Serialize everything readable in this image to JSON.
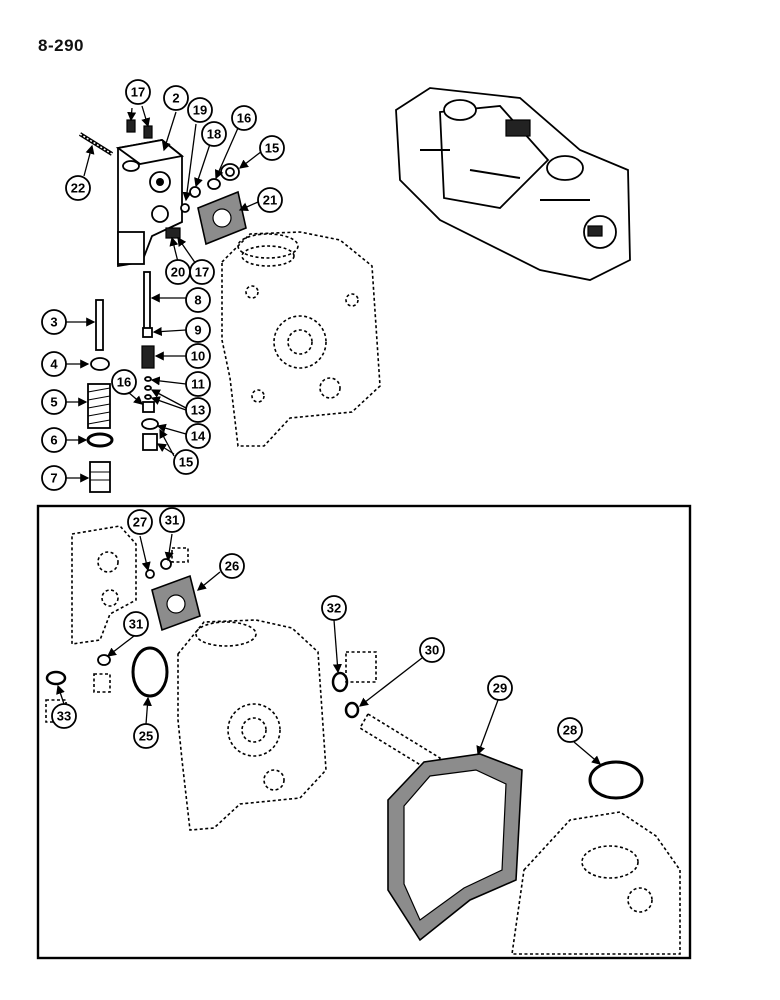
{
  "page": {
    "number": "8-290"
  },
  "callouts": {
    "upper": [
      "17",
      "2",
      "19",
      "18",
      "16",
      "15",
      "22",
      "21",
      "20",
      "17",
      "8",
      "3",
      "9",
      "4",
      "10",
      "11",
      "5",
      "16",
      "13",
      "6",
      "14",
      "15",
      "7"
    ],
    "inset": [
      "27",
      "31",
      "26",
      "31",
      "32",
      "30",
      "29",
      "28",
      "33",
      "25"
    ]
  }
}
